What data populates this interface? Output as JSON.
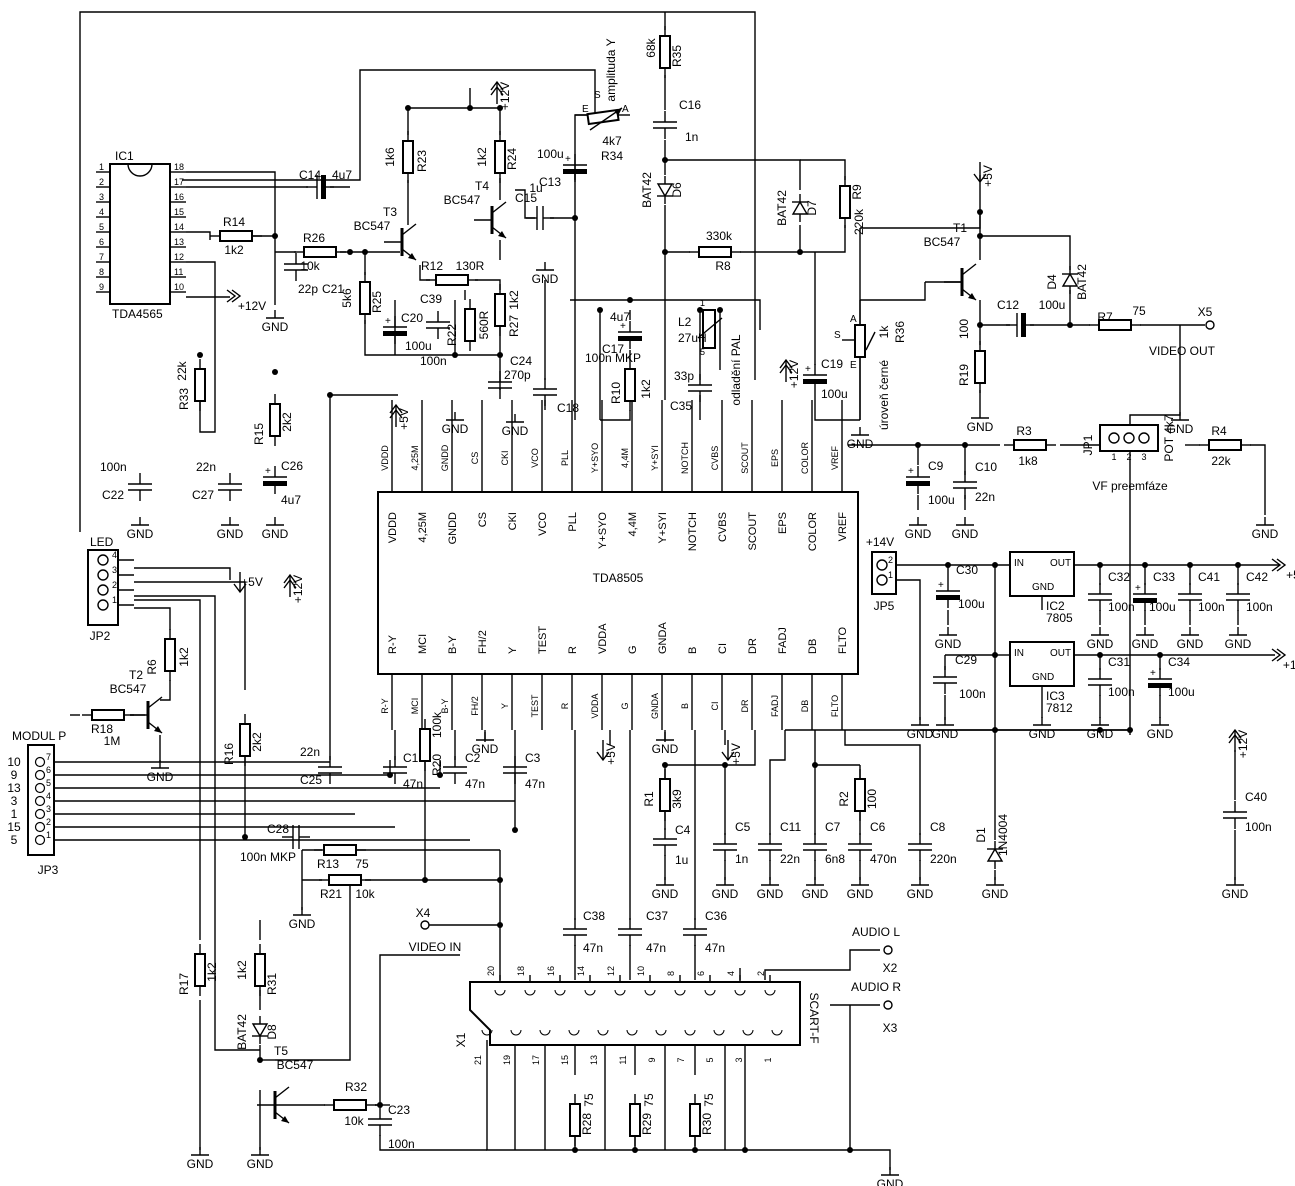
{
  "ic": {
    "main": {
      "name": "TDA8505",
      "top_pins": [
        "VDDD",
        "4,25M",
        "GNDD",
        "CS",
        "CKI",
        "VCO",
        "PLL",
        "Y+SYO",
        "4,4M",
        "Y+SYI",
        "NOTCH",
        "CVBS",
        "SCOUT",
        "EPS",
        "COLOR",
        "VREF"
      ],
      "bottom_pins": [
        "R-Y",
        "MCI",
        "B-Y",
        "FH/2",
        "Y",
        "TEST",
        "R",
        "VDDA",
        "G",
        "GNDA",
        "B",
        "CI",
        "DR",
        "FADJ",
        "DB",
        "FLTO"
      ]
    },
    "ic1": {
      "name": "IC1",
      "type": "TDA4565",
      "left_pins": [
        "1",
        "2",
        "3",
        "4",
        "5",
        "6",
        "7",
        "8",
        "9"
      ],
      "right_pins": [
        "18",
        "17",
        "16",
        "15",
        "14",
        "13",
        "12",
        "11",
        "10"
      ]
    },
    "ic2": {
      "name": "IC2",
      "type": "7805",
      "in": "IN",
      "out": "OUT",
      "gnd": "GND"
    },
    "ic3": {
      "name": "IC3",
      "type": "7812",
      "in": "IN",
      "out": "OUT",
      "gnd": "GND"
    }
  },
  "connectors": {
    "jp1": {
      "name": "JP1",
      "title": "POT 4k7",
      "caption": "VF preemfáze",
      "pins": [
        "1",
        "2",
        "3"
      ]
    },
    "jp2": {
      "name": "JP2",
      "title": "LED",
      "pins": [
        "4",
        "3",
        "2",
        "1"
      ]
    },
    "jp3": {
      "name": "JP3",
      "title": "MODUL P",
      "pins": [
        "7",
        "6",
        "5",
        "4",
        "3",
        "2",
        "1"
      ],
      "side_numbers": [
        "10",
        "9",
        "13",
        "3",
        "1",
        "15",
        "5"
      ]
    },
    "jp5": {
      "name": "JP5",
      "title": "+14V",
      "pins": [
        "2",
        "1"
      ]
    },
    "x1": {
      "name": "X1",
      "type": "SCART-F",
      "top_pins": [
        "20",
        "18",
        "16",
        "14",
        "12",
        "10",
        "8",
        "6",
        "4",
        "2"
      ],
      "bottom_pins": [
        "21",
        "19",
        "17",
        "15",
        "13",
        "11",
        "9",
        "7",
        "5",
        "3",
        "1"
      ]
    },
    "x2": {
      "name": "X2",
      "label": "AUDIO L"
    },
    "x3": {
      "name": "X3",
      "label": "AUDIO R"
    },
    "x4": {
      "name": "X4",
      "label": "VIDEO IN"
    },
    "x5": {
      "name": "X5",
      "label": "VIDEO OUT"
    }
  },
  "transistors": [
    {
      "name": "T1",
      "type": "BC547"
    },
    {
      "name": "T2",
      "type": "BC547"
    },
    {
      "name": "T3",
      "type": "BC547"
    },
    {
      "name": "T4",
      "type": "BC547"
    },
    {
      "name": "T5",
      "type": "BC547"
    }
  ],
  "diodes": [
    {
      "name": "D1",
      "type": "1N4004"
    },
    {
      "name": "D4",
      "type": "BAT42"
    },
    {
      "name": "D6",
      "type": "BAT42"
    },
    {
      "name": "D7",
      "type": "BAT42"
    },
    {
      "name": "D8",
      "type": "BAT42"
    }
  ],
  "resistors": [
    {
      "name": "R1",
      "value": "3k9"
    },
    {
      "name": "R2",
      "value": "100"
    },
    {
      "name": "R3",
      "value": "1k8"
    },
    {
      "name": "R4",
      "value": "22k"
    },
    {
      "name": "R6",
      "value": "1k2"
    },
    {
      "name": "R7",
      "value": "75"
    },
    {
      "name": "R8",
      "value": "330k"
    },
    {
      "name": "R9",
      "value": "220k"
    },
    {
      "name": "R10",
      "value": "1k2"
    },
    {
      "name": "R12",
      "value": "130R"
    },
    {
      "name": "R13",
      "value": "75"
    },
    {
      "name": "R14",
      "value": "1k2"
    },
    {
      "name": "R15",
      "value": "2k2"
    },
    {
      "name": "R16",
      "value": "2k2"
    },
    {
      "name": "R17",
      "value": "1k2"
    },
    {
      "name": "R18",
      "value": "1M"
    },
    {
      "name": "R19",
      "value": "100"
    },
    {
      "name": "R20",
      "value": "100k"
    },
    {
      "name": "R21",
      "value": "10k"
    },
    {
      "name": "R22",
      "value": "560R"
    },
    {
      "name": "R23",
      "value": "1k6"
    },
    {
      "name": "R24",
      "value": "1k2"
    },
    {
      "name": "R25",
      "value": "5k6"
    },
    {
      "name": "R26",
      "value": "10k"
    },
    {
      "name": "R27",
      "value": "1k2"
    },
    {
      "name": "R28",
      "value": "75"
    },
    {
      "name": "R29",
      "value": "75"
    },
    {
      "name": "R30",
      "value": "75"
    },
    {
      "name": "R31",
      "value": "1k2"
    },
    {
      "name": "R32",
      "value": "10k"
    },
    {
      "name": "R33",
      "value": "22k"
    },
    {
      "name": "R35",
      "value": "68k"
    }
  ],
  "potentiometers": [
    {
      "name": "R34",
      "value": "4k7",
      "title": "amplituda Y",
      "pins": [
        "E",
        "S",
        "A"
      ]
    },
    {
      "name": "R36",
      "value": "1k",
      "title": "úroveň černé",
      "pins": [
        "S",
        "A",
        "E"
      ]
    }
  ],
  "capacitors": [
    {
      "name": "C1",
      "value": "47n"
    },
    {
      "name": "C2",
      "value": "47n"
    },
    {
      "name": "C3",
      "value": "47n"
    },
    {
      "name": "C4",
      "value": "1u"
    },
    {
      "name": "C5",
      "value": "1n"
    },
    {
      "name": "C6",
      "value": "470n"
    },
    {
      "name": "C7",
      "value": "6n8"
    },
    {
      "name": "C8",
      "value": "220n"
    },
    {
      "name": "C9",
      "value": "100u"
    },
    {
      "name": "C10",
      "value": "22n"
    },
    {
      "name": "C11",
      "value": "22n"
    },
    {
      "name": "C12",
      "value": "100u"
    },
    {
      "name": "C13",
      "value": "100u"
    },
    {
      "name": "C14",
      "value": "4u7"
    },
    {
      "name": "C15",
      "value": "1u"
    },
    {
      "name": "C16",
      "value": "1n"
    },
    {
      "name": "C17",
      "value": "4u7"
    },
    {
      "name": "C18",
      "value": "100n MKP"
    },
    {
      "name": "C19",
      "value": "100u"
    },
    {
      "name": "C20",
      "value": "100u"
    },
    {
      "name": "C21",
      "value": "22p"
    },
    {
      "name": "C22",
      "value": "100n"
    },
    {
      "name": "C23",
      "value": "100n"
    },
    {
      "name": "C24",
      "value": "270p"
    },
    {
      "name": "C25",
      "value": "22n"
    },
    {
      "name": "C26",
      "value": "4u7"
    },
    {
      "name": "C27",
      "value": "22n"
    },
    {
      "name": "C28",
      "value": "100n MKP"
    },
    {
      "name": "C29",
      "value": "100n"
    },
    {
      "name": "C30",
      "value": "100u"
    },
    {
      "name": "C31",
      "value": "100n"
    },
    {
      "name": "C32",
      "value": "100n"
    },
    {
      "name": "C33",
      "value": "100u"
    },
    {
      "name": "C34",
      "value": "100u"
    },
    {
      "name": "C35",
      "value": "33p"
    },
    {
      "name": "C36",
      "value": "47n"
    },
    {
      "name": "C37",
      "value": "47n"
    },
    {
      "name": "C38",
      "value": "47n"
    },
    {
      "name": "C39",
      "value": "100n"
    },
    {
      "name": "C40",
      "value": "100n"
    },
    {
      "name": "C41",
      "value": "100n"
    },
    {
      "name": "C42",
      "value": "100n"
    }
  ],
  "inductors": [
    {
      "name": "L2",
      "value": "27uH",
      "note": "odladění PAL"
    }
  ],
  "supply": {
    "p5": "+5V",
    "p12": "+12V",
    "p14": "+14V",
    "gnd": "GND"
  }
}
